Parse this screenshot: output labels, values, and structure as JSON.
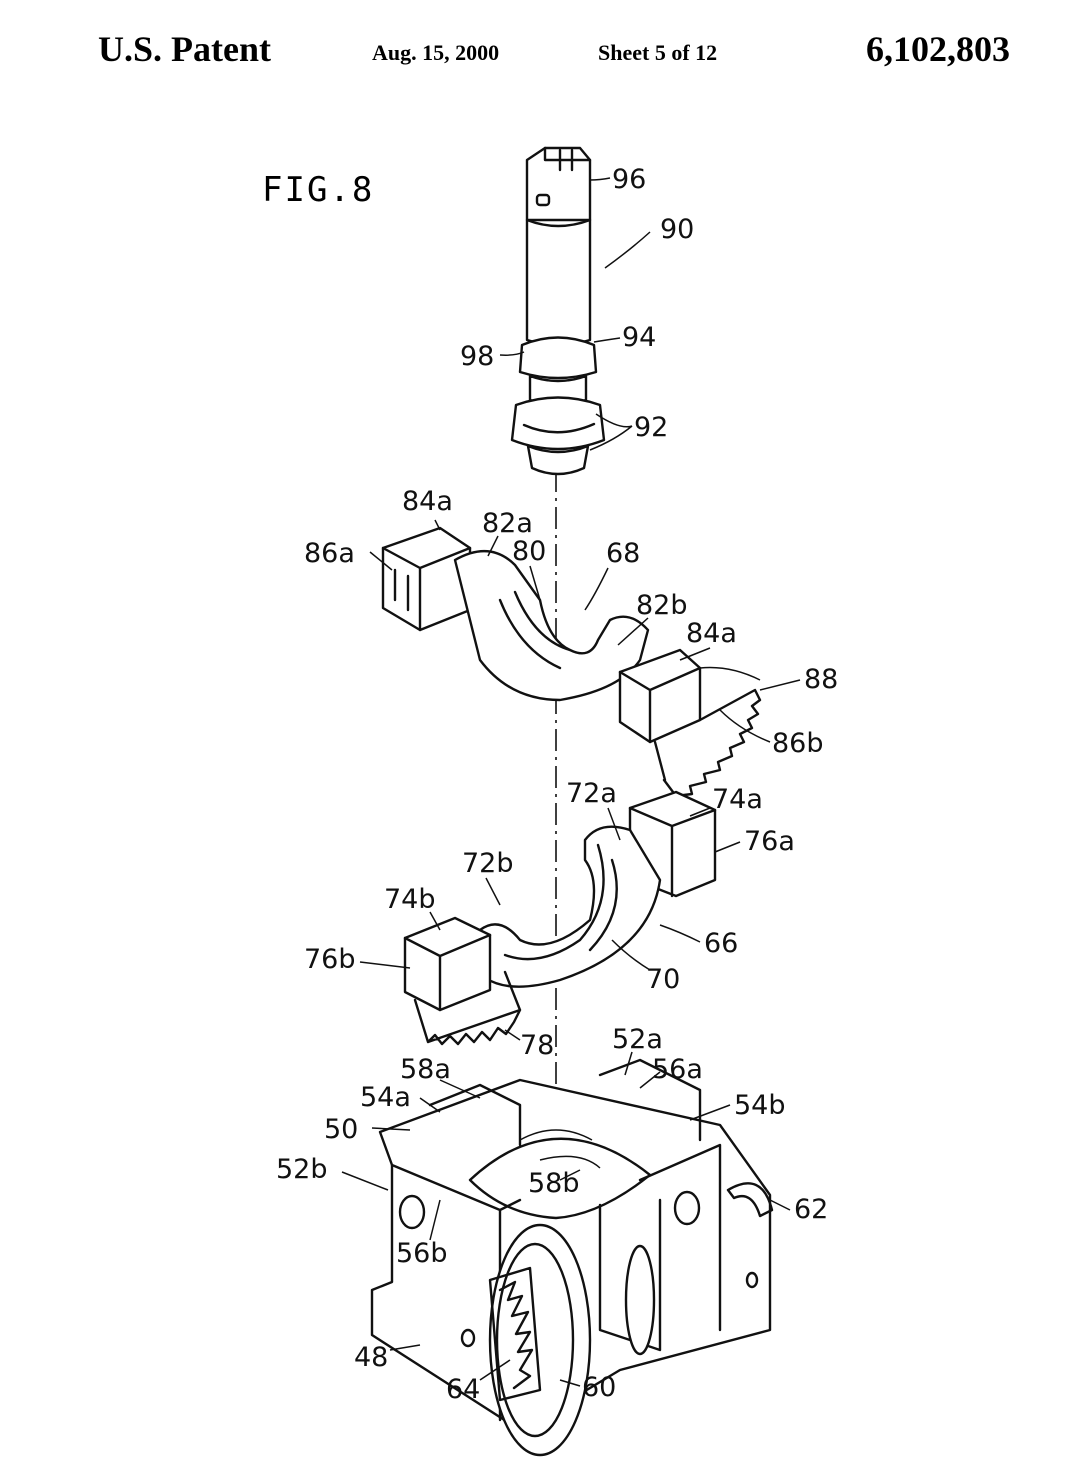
{
  "header": {
    "title": "U.S. Patent",
    "date": "Aug. 15, 2000",
    "sheet": "Sheet 5 of 12",
    "patent_number": "6,102,803"
  },
  "figure": {
    "title": "FIG.8",
    "labels": {
      "l96": "96",
      "l90": "90",
      "l98": "98",
      "l94": "94",
      "l92": "92",
      "l84a_1": "84a",
      "l82a": "82a",
      "l86a": "86a",
      "l80": "80",
      "l68": "68",
      "l82b": "82b",
      "l84a_2": "84a",
      "l88": "88",
      "l86b": "86b",
      "l72a": "72a",
      "l74a": "74a",
      "l76a": "76a",
      "l72b": "72b",
      "l74b": "74b",
      "l76b": "76b",
      "l66": "66",
      "l70": "70",
      "l78": "78",
      "l52a": "52a",
      "l58a": "58a",
      "l56a": "56a",
      "l54a": "54a",
      "l54b": "54b",
      "l50": "50",
      "l52b": "52b",
      "l58b": "58b",
      "l62": "62",
      "l56b": "56b",
      "l48": "48",
      "l64": "64",
      "l60": "60"
    }
  }
}
